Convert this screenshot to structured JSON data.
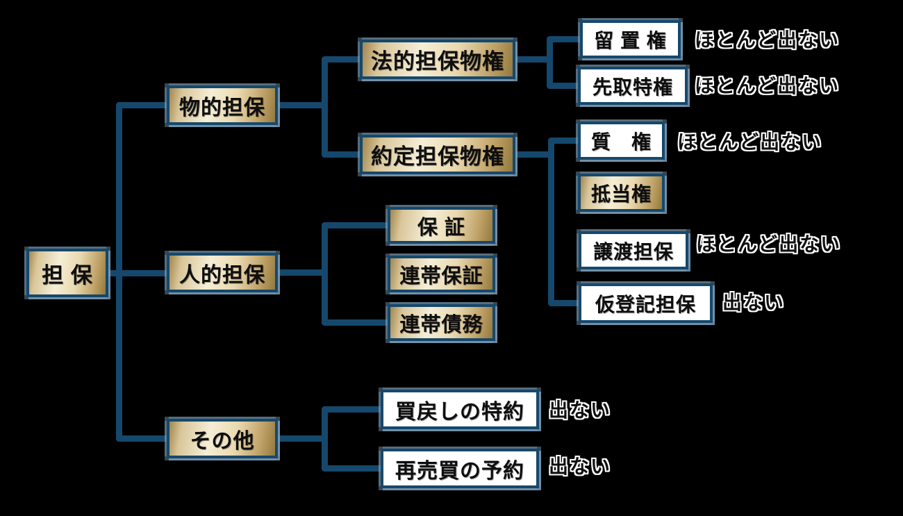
{
  "colors": {
    "background": "#000000",
    "line": "#15486c",
    "box_border": "#15486c",
    "box_bevel": "#7e9db6",
    "gold_light": "#f5eed6",
    "gold_dark": "#9d824a",
    "white_fill": "#ffffff",
    "text": "#0e0e0e",
    "annotation_fill": "#101010",
    "annotation_outline": "#ffffff"
  },
  "nodes": {
    "root": "担 保",
    "real_security": "物的担保",
    "personal_security": "人的担保",
    "others": "その他",
    "statutory_security_rights": "法的担保物権",
    "contractual_security_rights": "約定担保物権",
    "guarantee": "保 証",
    "joint_guarantee": "連帯保証",
    "joint_debt": "連帯債務",
    "repurchase_agreement": "買戻しの特約",
    "resale_reservation": "再売買の予約",
    "lien": "留 置 権",
    "preferential_right": "先取特権",
    "pledge": "質　権",
    "mortgage": "抵当権",
    "security_by_transfer": "譲渡担保",
    "provisional_registration_security": "仮登記担保"
  },
  "annotations": {
    "lien": "ほとんど出ない",
    "preferential_right": "ほとんど出ない",
    "pledge": "ほとんど出ない",
    "security_by_transfer": "ほとんど出ない",
    "provisional_registration_security": "出ない",
    "repurchase_agreement": "出ない",
    "resale_reservation": "出ない"
  }
}
